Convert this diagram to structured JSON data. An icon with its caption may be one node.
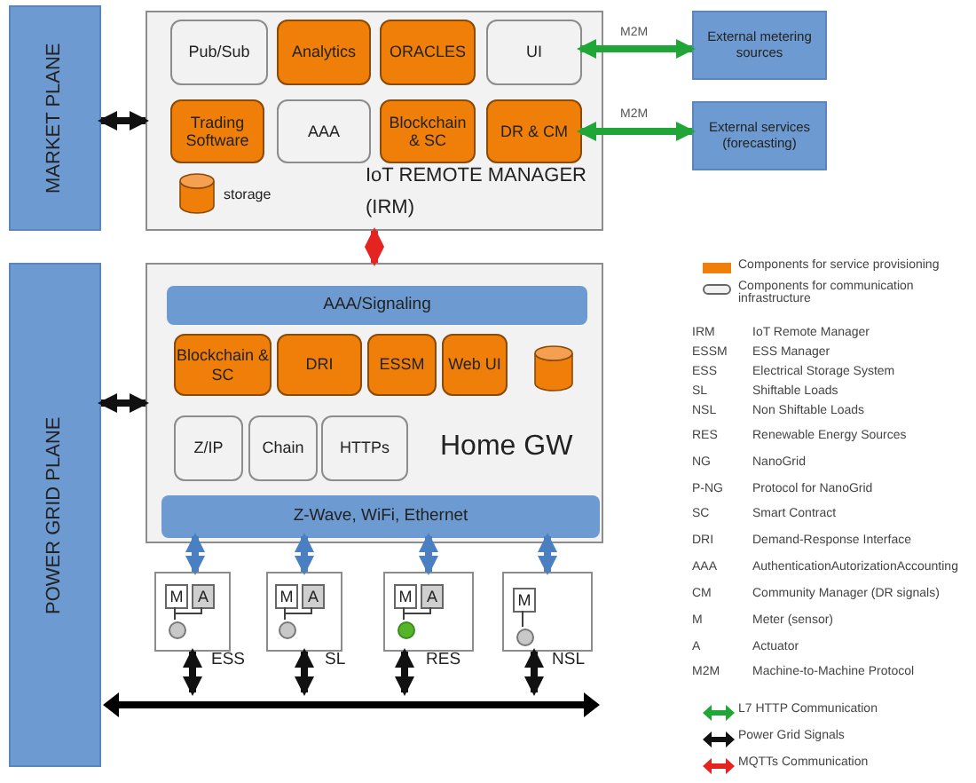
{
  "diagram": {
    "nodes": [
      {
        "text": [
          "MARKET PLANE"
        ]
      },
      {
        "text": [
          "IoT REMOTE MANAGER (IRM)"
        ]
      },
      {
        "text": [
          "Pub/Sub"
        ],
        "in": 1
      },
      {
        "text": [
          "Analytics"
        ],
        "in": 1
      },
      {
        "text": [
          "ORACLES"
        ],
        "in": 1
      },
      {
        "text": [
          "UI"
        ],
        "in": 1
      },
      {
        "text": [
          "Trading Software"
        ],
        "in": 1
      },
      {
        "text": [
          "AAA"
        ],
        "in": 1
      },
      {
        "text": [
          "Blockchain & SC"
        ],
        "in": 1
      },
      {
        "text": [
          "DR & CM"
        ],
        "in": 1
      },
      {
        "text": [],
        "shape": "cylinder",
        "beside": [
          "storage"
        ],
        "in": 1
      },
      {
        "text": [
          "External metering sources"
        ]
      },
      {
        "text": [
          "External services (forecasting)"
        ]
      },
      {
        "text": [
          "POWER GRID PLANE"
        ]
      },
      {
        "text": [
          "Home GW"
        ]
      },
      {
        "text": [
          "AAA/Signaling"
        ],
        "in": 14
      },
      {
        "text": [
          "Blockchain & SC"
        ],
        "in": 14
      },
      {
        "text": [
          "DRI"
        ],
        "in": 14
      },
      {
        "text": [
          "ESSM"
        ],
        "in": 14
      },
      {
        "text": [
          "Web UI"
        ],
        "in": 14
      },
      {
        "text": [],
        "shape": "cylinder",
        "in": 14
      },
      {
        "text": [
          "Z/IP"
        ],
        "in": 14
      },
      {
        "text": [
          "Chain"
        ],
        "in": 14
      },
      {
        "text": [
          "HTTPs"
        ],
        "in": 14
      },
      {
        "text": [
          "Z-Wave, WiFi, Ethernet"
        ],
        "in": 14
      },
      {
        "text": [],
        "shape": "box",
        "beside": [
          "ESS"
        ]
      },
      {
        "text": [
          "M"
        ],
        "in": 25
      },
      {
        "text": [
          "A"
        ],
        "in": 25
      },
      {
        "text": [],
        "shape": "circle",
        "in": 25
      },
      {
        "text": [],
        "shape": "box",
        "beside": [
          "SL"
        ]
      },
      {
        "text": [
          "M"
        ],
        "in": 29
      },
      {
        "text": [
          "A"
        ],
        "in": 29
      },
      {
        "text": [],
        "shape": "circle",
        "in": 29
      },
      {
        "text": [],
        "shape": "box",
        "beside": [
          "RES"
        ]
      },
      {
        "text": [
          "M"
        ],
        "in": 33
      },
      {
        "text": [
          "A"
        ],
        "in": 33
      },
      {
        "text": [],
        "shape": "circle",
        "in": 33
      },
      {
        "text": [],
        "shape": "box",
        "beside": [
          "NSL"
        ]
      },
      {
        "text": [
          "M"
        ],
        "in": 37
      },
      {
        "text": [],
        "shape": "circle",
        "in": 37
      },
      {
        "text": [],
        "shape": "bar"
      }
    ],
    "edges": [
      {
        "from": 0,
        "to": 1,
        "arrow": "both"
      },
      {
        "from": 5,
        "to": 11,
        "arrow": "both",
        "color": "#1fa637",
        "label": "M2M"
      },
      {
        "from": 9,
        "to": 12,
        "arrow": "both",
        "color": "#1fa637",
        "label": "M2M"
      },
      {
        "from": 1,
        "to": 14,
        "arrow": "both",
        "color": "#e52421"
      },
      {
        "from": 13,
        "to": 14,
        "arrow": "both"
      },
      {
        "from": 24,
        "to": 25,
        "arrow": "both",
        "color": "#4a7fc1"
      },
      {
        "from": 24,
        "to": 29,
        "arrow": "both",
        "color": "#4a7fc1"
      },
      {
        "from": 24,
        "to": 33,
        "arrow": "both",
        "color": "#4a7fc1"
      },
      {
        "from": 24,
        "to": 37,
        "arrow": "both",
        "color": "#4a7fc1"
      },
      {
        "from": 26,
        "to": 28,
        "arrow": "none",
        "color": "#404040"
      },
      {
        "from": 27,
        "to": 28,
        "arrow": "none",
        "color": "#404040"
      },
      {
        "from": 30,
        "to": 32,
        "arrow": "none",
        "color": "#404040"
      },
      {
        "from": 31,
        "to": 32,
        "arrow": "none",
        "color": "#404040"
      },
      {
        "from": 34,
        "to": 36,
        "arrow": "none",
        "color": "#404040"
      },
      {
        "from": 35,
        "to": 36,
        "arrow": "none",
        "color": "#404040"
      },
      {
        "from": 38,
        "to": 39,
        "arrow": "none",
        "color": "#404040"
      },
      {
        "from": 25,
        "to": 40,
        "arrow": "both"
      },
      {
        "from": 29,
        "to": 40,
        "arrow": "both"
      },
      {
        "from": 33,
        "to": 40,
        "arrow": "both"
      },
      {
        "from": 37,
        "to": 40,
        "arrow": "both"
      }
    ],
    "labels": [
      "IRM",
      "IoT Remote Manager",
      "ESSM",
      "ESS Manager",
      "ESS",
      "Electrical Storage System",
      "SL",
      "Shiftable Loads",
      "NSL",
      "Non Shiftable Loads",
      "RES",
      "Renewable Energy Sources",
      "NG",
      "NanoGrid",
      "P-NG",
      "Protocol for NanoGrid",
      "SC",
      "Smart Contract",
      "DRI",
      "Demand-Response Interface",
      "AAA",
      "AuthenticationAutorizationAccounting",
      "CM",
      "Community Manager (DR signals)",
      "M",
      "Meter (sensor)",
      "A",
      "Actuator",
      "M2M",
      "Machine-to-Machine Protocol"
    ],
    "legend": [
      {
        "text": "Components for service provisioning",
        "color": "#f07f09"
      },
      {
        "text": "Components for communication infrastructure",
        "color": "#f2f2f2"
      },
      {
        "text": "L7 HTTP Communication"
      },
      {
        "text": "Power Grid Signals"
      },
      {
        "text": "MQTTs Communication"
      }
    ]
  }
}
